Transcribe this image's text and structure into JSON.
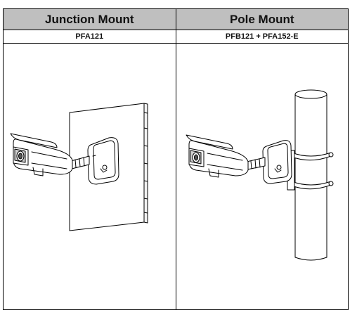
{
  "columns": [
    {
      "header": "Junction Mount",
      "model": "PFA121",
      "illustration": "camera-junction-box-wall-mount"
    },
    {
      "header": "Pole Mount",
      "model": "PFB121 + PFA152-E",
      "illustration": "camera-pole-mount-clamp"
    }
  ],
  "colors": {
    "header_bg": "#bfbfbf",
    "line": "#000000"
  }
}
